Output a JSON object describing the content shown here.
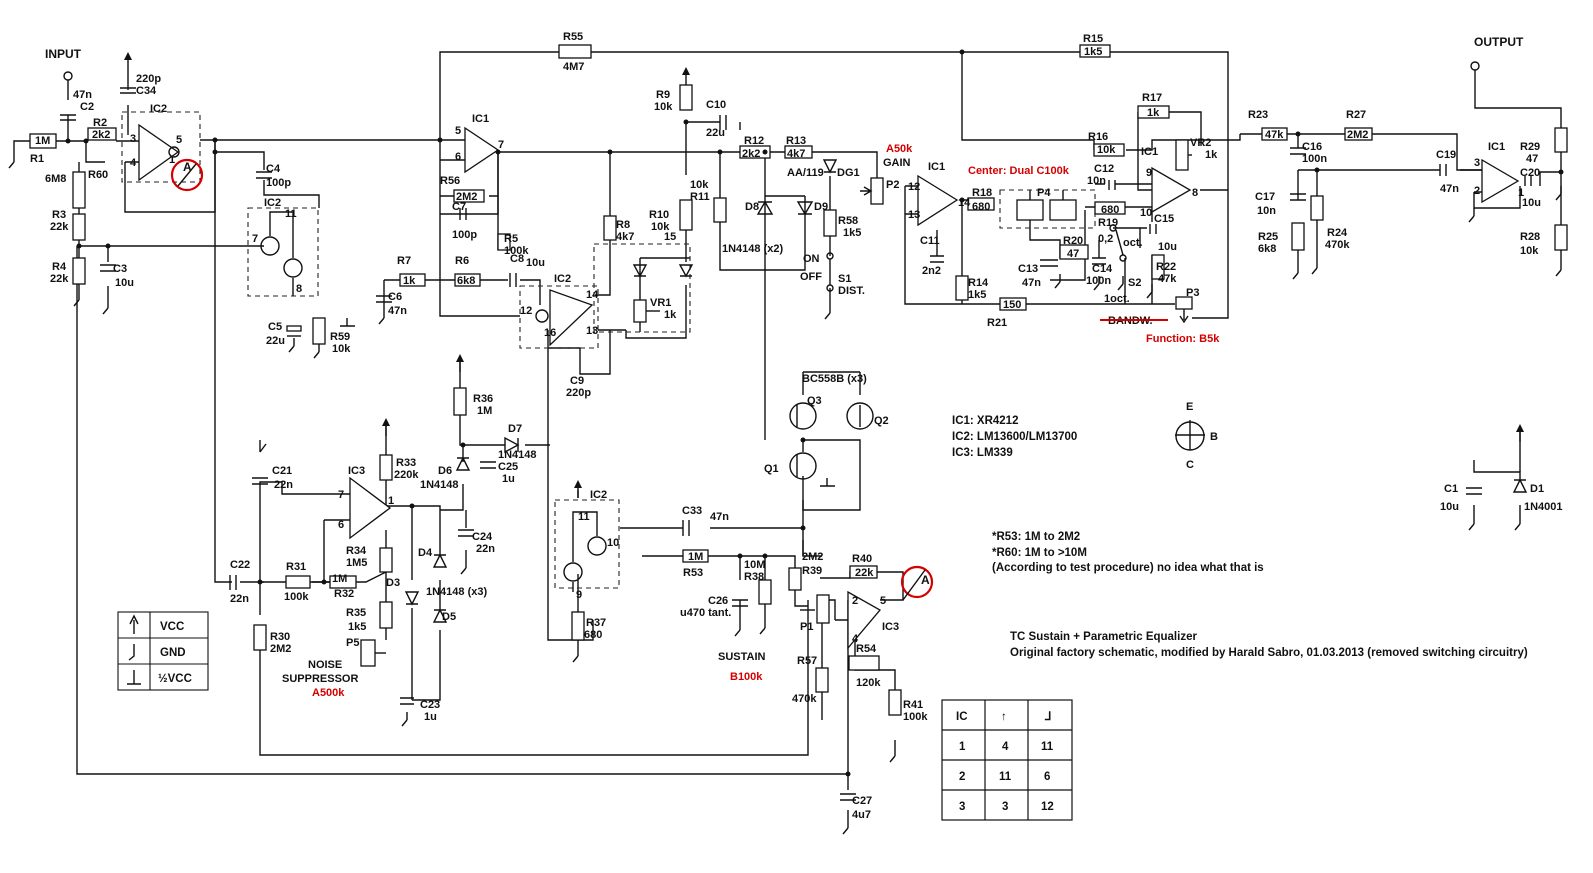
{
  "colors": {
    "ink": "#111111",
    "annotation": "#d40000",
    "background": "#ffffff"
  },
  "io": {
    "input": "INPUT",
    "output": "OUTPUT"
  },
  "ic_list": [
    "IC1: XR4212",
    "IC2: LM13600/LM13700",
    "IC3: LM339"
  ],
  "notes": {
    "r53": "*R53: 1M to 2M2",
    "r60": "*R60: 1M to >10M",
    "procedure": "(According to test procedure)",
    "procedure_comment": "no idea what that is",
    "title": "TC Sustain + Parametric Equalizer",
    "credit": "Original factory schematic, modified by Harald Sabro, 01.03.2013 (removed switching circuitry)"
  },
  "annotations": {
    "gain_pot": "A50k",
    "center": "Center: Dual C100k",
    "function": "Function: B5k",
    "noise_pot": "A500k",
    "sustain_pot": "B100k"
  },
  "labels": {
    "r1": "R1",
    "r1v": "1M",
    "c2": "C2",
    "c2v": "47n",
    "c34": "C34",
    "c34v": "220p",
    "r2": "R2",
    "r2v": "2k2",
    "ic2a": "IC2",
    "r60": "R60",
    "r60v": "6M8",
    "r3": "R3",
    "r3v": "22k",
    "r4": "R4",
    "r4v": "22k",
    "c3": "C3",
    "c3v": "10u",
    "c4": "C4",
    "c4v": "100p",
    "ic2b": "IC2",
    "c5": "C5",
    "c5v": "22u",
    "r59": "R59",
    "r59v": "10k",
    "r55": "R55",
    "r55v": "4M7",
    "r15": "R15",
    "r15v": "1k5",
    "ic1a": "IC1",
    "r56": "R56",
    "r56v": "2M2",
    "c7": "C7",
    "c7v": "100p",
    "r5": "R5",
    "r5v": "100k",
    "r7": "R7",
    "r7v": "1k",
    "r6": "R6",
    "r6v": "6k8",
    "c8": "C8",
    "c8v": "10u",
    "c6": "C6",
    "c6v": "47n",
    "ic2c": "IC2",
    "r8": "R8",
    "r8v": "4k7",
    "r10": "R10",
    "r10v": "10k",
    "r11": "R11",
    "r11v": "10k",
    "vr1": "VR1",
    "vr1v": "1k",
    "c9": "C9",
    "c9v": "220p",
    "r9": "R9",
    "r9v": "10k",
    "c10": "C10",
    "c10v": "22u",
    "r12": "R12",
    "r12v": "2k2",
    "r13": "R13",
    "r13v": "4k7",
    "aa": "AA/119",
    "dg1": "DG1",
    "d8": "D8",
    "d9": "D9",
    "dv": "1N4148 (x2)",
    "r58": "R58",
    "r58v": "1k5",
    "on": "ON",
    "off": "OFF",
    "s1": "S1",
    "dist": "DIST.",
    "gain": "GAIN",
    "p2": "P2",
    "ic1b": "IC1",
    "c11": "C11",
    "c11v": "2n2",
    "r14": "R14",
    "r14v": "1k5",
    "r18": "R18",
    "r18v": "680",
    "p4": "P4",
    "c12": "C12",
    "c12v": "10n",
    "r16": "R16",
    "r16v": "10k",
    "r17": "R17",
    "r17v": "1k",
    "ic1c": "IC1",
    "vr2": "VR2",
    "vr2v": "1k",
    "r19": "R19",
    "r19v": "680",
    "c15": "C15",
    "c15v": "10u",
    "r20": "R20",
    "r20v": "47",
    "oct02": "0,2",
    "oct": "oct.",
    "c13": "C13",
    "c13v": "47n",
    "c14": "C14",
    "c14v": "100n",
    "s2": "S2",
    "r22": "R22",
    "r22v": "47k",
    "oct1": "1oct.",
    "r21": "R21",
    "r21v": "150",
    "p3": "P3",
    "bandw": "BANDW.",
    "r23": "R23",
    "r23v": "47k",
    "r27": "R27",
    "r27v": "2M2",
    "c16": "C16",
    "c16v": "100n",
    "c17": "C17",
    "c17v": "10n",
    "r25": "R25",
    "r25v": "6k8",
    "r24": "R24",
    "r24v": "470k",
    "c19": "C19",
    "c19v": "47n",
    "ic1d": "IC1",
    "r29": "R29",
    "r29v": "47",
    "c20": "C20",
    "c20v": "10u",
    "r28": "R28",
    "r28v": "10k",
    "bc": "BC558B (x3)",
    "q1": "Q1",
    "q2": "Q2",
    "q3": "Q3",
    "c21": "C21",
    "c21v": "22n",
    "ic3a": "IC3",
    "r33": "R33",
    "r33v": "220k",
    "r36": "R36",
    "r36v": "1M",
    "d7": "D7",
    "d7v": "1N4148",
    "c25": "C25",
    "c25v": "1u",
    "d6": "D6",
    "d6v": "1N4148",
    "c24": "C24",
    "c24v": "22n",
    "r34": "R34",
    "r34v": "1M5",
    "d4": "D4",
    "d3": "D3",
    "dx3": "1N4148 (x3)",
    "d5": "D5",
    "r35": "R35",
    "r35v": "1k5",
    "p5": "P5",
    "noise": "NOISE",
    "suppressor": "SUPPRESSOR",
    "c23": "C23",
    "c23v": "1u",
    "c22": "C22",
    "c22v": "22n",
    "r31": "R31",
    "r31v": "100k",
    "r32": "R32",
    "r32v": "1M",
    "r30": "R30",
    "r30v": "2M2",
    "ic2d": "IC2",
    "r37": "R37",
    "r37v": "680",
    "c33": "C33",
    "c33v": "47n",
    "r53": "R53",
    "r53v": "1M",
    "c26": "C26",
    "c26v": "u470 tant.",
    "r38": "R38",
    "r38v": "10M",
    "r39": "R39",
    "r39v": "2M2",
    "r40": "R40",
    "r40v": "22k",
    "ic3b": "IC3",
    "p1": "P1",
    "sustain": "SUSTAIN",
    "r57": "R57",
    "r57v": "470k",
    "r54": "R54",
    "r54v": "120k",
    "r41": "R41",
    "r41v": "100k",
    "c27": "C27",
    "c27v": "4u7",
    "c1": "C1",
    "c1v": "10u",
    "d1": "D1",
    "d1v": "1N4001",
    "eE": "E",
    "eB": "B",
    "eC": "C",
    "markA": "A"
  },
  "legend": {
    "vcc": "VCC",
    "gnd": "GND",
    "half": "½VCC"
  },
  "pin_table": {
    "header": [
      "IC",
      "↑",
      "⅃"
    ],
    "rows": [
      [
        "1",
        "4",
        "11"
      ],
      [
        "2",
        "11",
        "6"
      ],
      [
        "3",
        "3",
        "12"
      ]
    ]
  }
}
